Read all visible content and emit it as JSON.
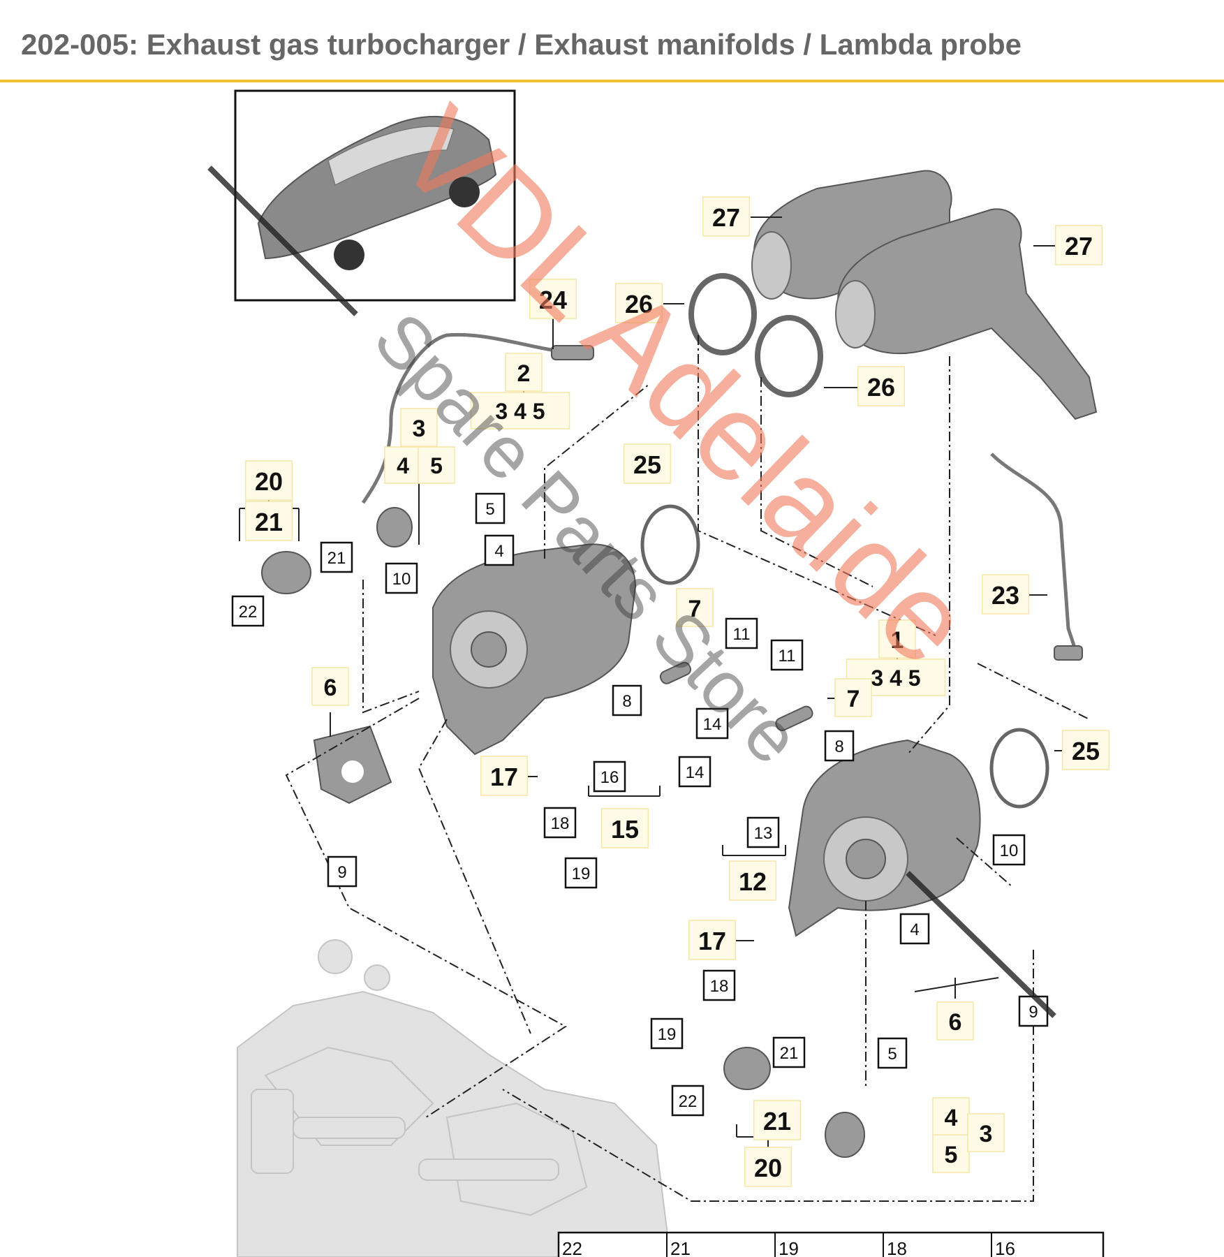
{
  "header": {
    "title": "202-005: Exhaust gas turbocharger / Exhaust manifolds / Lambda probe"
  },
  "colors": {
    "accent_line": "#f0c030",
    "highlight": "#f5d76e",
    "watermark": "#f07a5a"
  },
  "callouts": [
    {
      "id": "c27a",
      "label": "27"
    },
    {
      "id": "c27b",
      "label": "27"
    },
    {
      "id": "c24",
      "label": "24",
      "highlighted": true
    },
    {
      "id": "c26a",
      "label": "26"
    },
    {
      "id": "c26b",
      "label": "26"
    },
    {
      "id": "c2",
      "label": "2"
    },
    {
      "id": "c345a",
      "label": "3 4  5"
    },
    {
      "id": "c3a",
      "label": "3"
    },
    {
      "id": "c4a",
      "label": "4"
    },
    {
      "id": "c5a",
      "label": "5"
    },
    {
      "id": "c25a",
      "label": "25"
    },
    {
      "id": "c20a",
      "label": "20"
    },
    {
      "id": "c21a",
      "label": "21"
    },
    {
      "id": "c7a",
      "label": "7"
    },
    {
      "id": "c1",
      "label": "1"
    },
    {
      "id": "c345b",
      "label": "3 4  5"
    },
    {
      "id": "c23",
      "label": "23"
    },
    {
      "id": "c6a",
      "label": "6"
    },
    {
      "id": "c7b",
      "label": "7"
    },
    {
      "id": "c25b",
      "label": "25"
    },
    {
      "id": "c17a",
      "label": "17"
    },
    {
      "id": "c15",
      "label": "15"
    },
    {
      "id": "c12",
      "label": "12"
    },
    {
      "id": "c17b",
      "label": "17"
    },
    {
      "id": "c6b",
      "label": "6"
    },
    {
      "id": "c21b",
      "label": "21"
    },
    {
      "id": "c20b",
      "label": "20"
    },
    {
      "id": "c4b",
      "label": "4"
    },
    {
      "id": "c5b",
      "label": "5"
    },
    {
      "id": "c3b",
      "label": "3"
    }
  ],
  "boxes": [
    {
      "id": "b5a",
      "label": "5"
    },
    {
      "id": "b4a",
      "label": "4"
    },
    {
      "id": "b21a",
      "label": "21"
    },
    {
      "id": "b10a",
      "label": "10"
    },
    {
      "id": "b22a",
      "label": "22"
    },
    {
      "id": "b11a",
      "label": "11"
    },
    {
      "id": "b11b",
      "label": "11"
    },
    {
      "id": "b8a",
      "label": "8"
    },
    {
      "id": "b14a",
      "label": "14"
    },
    {
      "id": "b8b",
      "label": "8"
    },
    {
      "id": "b16a",
      "label": "16"
    },
    {
      "id": "b14b",
      "label": "14"
    },
    {
      "id": "b18a",
      "label": "18"
    },
    {
      "id": "b13",
      "label": "13"
    },
    {
      "id": "b19a",
      "label": "19"
    },
    {
      "id": "b9a",
      "label": "9"
    },
    {
      "id": "b10b",
      "label": "10"
    },
    {
      "id": "b4b",
      "label": "4"
    },
    {
      "id": "b18b",
      "label": "18"
    },
    {
      "id": "b9b",
      "label": "9"
    },
    {
      "id": "b19b",
      "label": "19"
    },
    {
      "id": "b21b",
      "label": "21"
    },
    {
      "id": "b5b",
      "label": "5"
    },
    {
      "id": "b22b",
      "label": "22"
    }
  ],
  "bottom_strip": [
    "22",
    "21",
    "19",
    "18",
    "16"
  ],
  "watermark": {
    "line1": "VDL Adelaide",
    "line2": "Spare Parts Store"
  }
}
